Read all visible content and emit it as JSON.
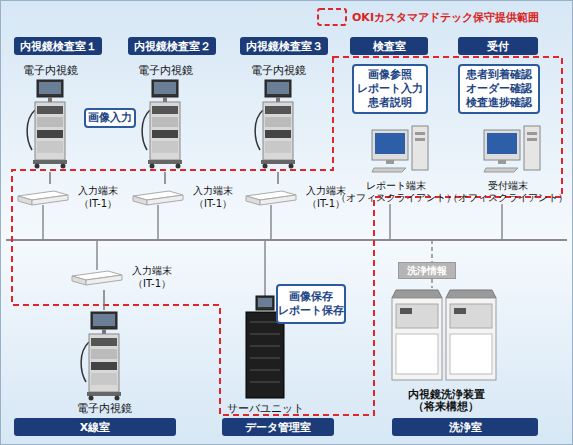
{
  "diagram": {
    "nodes": [
      {
        "text": [
          "内視鏡検査室１"
        ]
      },
      {
        "text": [
          "内視鏡検査室２"
        ]
      },
      {
        "text": [
          "内視鏡検査室３"
        ]
      },
      {
        "text": [
          "検査室"
        ]
      },
      {
        "text": [
          "受付"
        ]
      },
      {
        "text": [
          "電子内視鏡"
        ]
      },
      {
        "text": [
          "電子内視鏡"
        ]
      },
      {
        "text": [
          "電子内視鏡"
        ]
      },
      {
        "text": [
          "画像入力"
        ]
      },
      {
        "text": [
          "画像参照 レポート入力 患者説明"
        ]
      },
      {
        "text": [
          "患者到着確認 オーダー確認 検査進捗確認"
        ]
      },
      {
        "text": [
          "入力端末 （IT-1）"
        ]
      },
      {
        "text": [
          "入力端末 （IT-1）"
        ]
      },
      {
        "text": [
          "入力端末 （IT-1）"
        ]
      },
      {
        "text": [
          "レポート端末 （オフィスクライアント）"
        ]
      },
      {
        "text": [
          "受付端末 （オフィスクライアント）"
        ]
      },
      {
        "text": [
          "洗浄情報"
        ]
      },
      {
        "text": [
          "入力端末 （IT-1）"
        ]
      },
      {
        "text": [
          "画像保存 レポート保存"
        ]
      },
      {
        "text": [
          "電子内視鏡"
        ]
      },
      {
        "text": [
          "サーバユニット"
        ]
      },
      {
        "text": [
          "内視鏡洗浄装置 （将来構想）"
        ]
      },
      {
        "text": [
          "X線室"
        ]
      },
      {
        "text": [
          "データ管理室"
        ]
      },
      {
        "text": [
          "洗浄室"
        ]
      }
    ],
    "edges": [
      {
        "from": 5,
        "to": 11,
        "arrow": "none"
      },
      {
        "from": 6,
        "to": 12,
        "arrow": "none"
      },
      {
        "from": 7,
        "to": 13,
        "arrow": "none"
      },
      {
        "from": 17,
        "to": 19,
        "arrow": "none"
      }
    ],
    "legend": [
      {
        "text": "OKIカスタマアドテック保守提供範囲"
      }
    ]
  }
}
